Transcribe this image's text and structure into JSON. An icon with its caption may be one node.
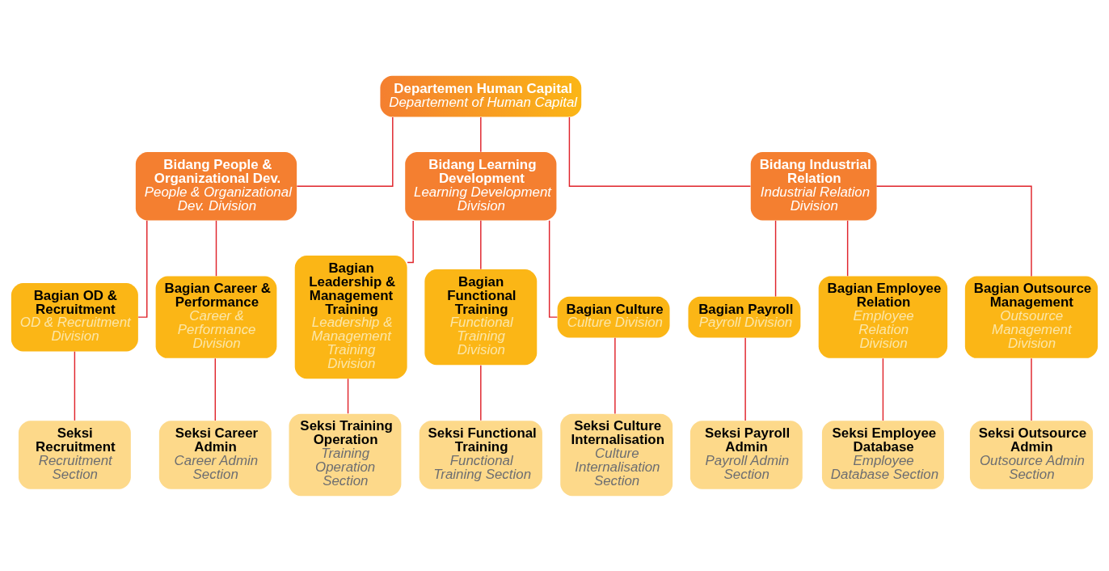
{
  "diagram": {
    "nodes": [
      {
        "text": [
          "Departemen Human Capital",
          "Departement of Human Capital"
        ]
      },
      {
        "text": [
          "Bidang People & Organizational Dev.",
          "People & Organizational Dev. Division"
        ]
      },
      {
        "text": [
          "Bidang Learning Development",
          "Learning Development Division"
        ]
      },
      {
        "text": [
          "Bidang Industrial Relation",
          "Industrial Relation Division"
        ]
      },
      {
        "text": [
          "Bagian OD & Recruitment",
          "OD & Recruitment Division"
        ]
      },
      {
        "text": [
          "Bagian Career & Performance",
          "Career & Performance Division"
        ]
      },
      {
        "text": [
          "Bagian Leadership & Management Training",
          "Leadership & Management Training Division"
        ]
      },
      {
        "text": [
          "Bagian Functional Training",
          "Functional Training Division"
        ]
      },
      {
        "text": [
          "Bagian Culture",
          "Culture Division"
        ]
      },
      {
        "text": [
          "Bagian Payroll",
          "Payroll Division"
        ]
      },
      {
        "text": [
          "Bagian Employee Relation",
          "Employee Relation Division"
        ]
      },
      {
        "text": [
          "Bagian Outsource Management",
          "Outsource Management Division"
        ]
      },
      {
        "text": [
          "Seksi Recruitment",
          "Recruitment Section"
        ]
      },
      {
        "text": [
          "Seksi Career Admin",
          "Career Admin Section"
        ]
      },
      {
        "text": [
          "Seksi Training Operation",
          "Training Operation Section"
        ]
      },
      {
        "text": [
          "Seksi Functional Training",
          "Functional Training Section"
        ]
      },
      {
        "text": [
          "Seksi Culture Internalisation",
          "Culture Internalisation Section"
        ]
      },
      {
        "text": [
          "Seksi Payroll Admin",
          "Payroll Admin Section"
        ]
      },
      {
        "text": [
          "Seksi Employee Database",
          "Employee Database Section"
        ]
      },
      {
        "text": [
          "Seksi Outsource Admin",
          "Outsource Admin Section"
        ]
      }
    ],
    "edges": [
      {
        "from": 0,
        "to": 1,
        "arrow": "none"
      },
      {
        "from": 0,
        "to": 2,
        "arrow": "none"
      },
      {
        "from": 0,
        "to": 3,
        "arrow": "none"
      },
      {
        "from": 1,
        "to": 4,
        "arrow": "none"
      },
      {
        "from": 1,
        "to": 5,
        "arrow": "none"
      },
      {
        "from": 2,
        "to": 6,
        "arrow": "none"
      },
      {
        "from": 2,
        "to": 7,
        "arrow": "none"
      },
      {
        "from": 2,
        "to": 8,
        "arrow": "none"
      },
      {
        "from": 3,
        "to": 9,
        "arrow": "none"
      },
      {
        "from": 3,
        "to": 10,
        "arrow": "none"
      },
      {
        "from": 3,
        "to": 11,
        "arrow": "none"
      },
      {
        "from": 4,
        "to": 12,
        "arrow": "none"
      },
      {
        "from": 5,
        "to": 13,
        "arrow": "none"
      },
      {
        "from": 6,
        "to": 14,
        "arrow": "none"
      },
      {
        "from": 7,
        "to": 15,
        "arrow": "none"
      },
      {
        "from": 8,
        "to": 16,
        "arrow": "none"
      },
      {
        "from": 9,
        "to": 17,
        "arrow": "none"
      },
      {
        "from": 10,
        "to": 18,
        "arrow": "none"
      },
      {
        "from": 11,
        "to": 19,
        "arrow": "none"
      }
    ]
  }
}
